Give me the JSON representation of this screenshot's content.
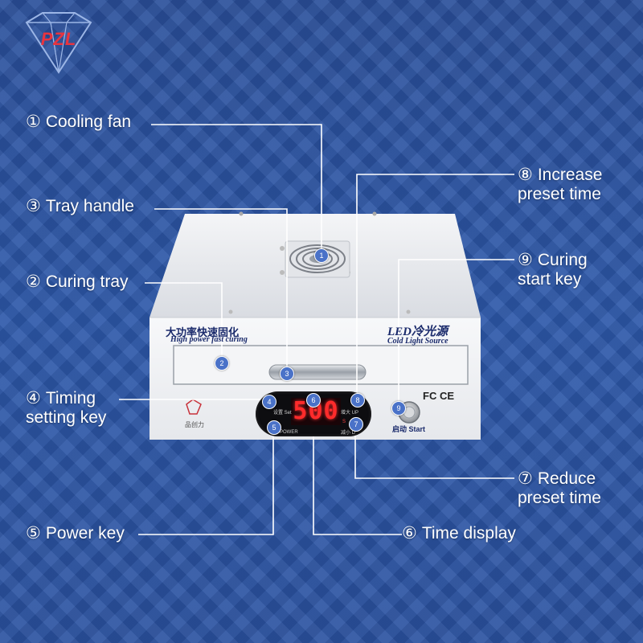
{
  "logo": {
    "text": "PZL"
  },
  "labels": {
    "l1": {
      "num": "①",
      "text": "Cooling fan"
    },
    "l3": {
      "num": "③",
      "text": "Tray handle"
    },
    "l2": {
      "num": "②",
      "text": "Curing tray"
    },
    "l4": {
      "num": "④",
      "line1": "Timing",
      "line2": "setting key"
    },
    "l5": {
      "num": "⑤",
      "text": "Power key"
    },
    "l8": {
      "num": "⑧",
      "line1": "Increase",
      "line2": "preset time"
    },
    "l9": {
      "num": "⑨",
      "line1": "Curing",
      "line2": "start key"
    },
    "l7": {
      "num": "⑦",
      "line1": "Reduce",
      "line2": "preset time"
    },
    "l6": {
      "num": "⑥",
      "text": "Time display"
    }
  },
  "device": {
    "brand_cn": "大功率快速固化",
    "brand_en": "High power fast curing",
    "brand_right_1": "LED冷光源",
    "brand_right_2": "Cold Light Source",
    "display_value": "500",
    "set_label": "设置 Set",
    "power_label": "POWER",
    "up_label": "增大 UP",
    "down_label": "减小 D",
    "s_label": "S",
    "start_label": "启动 Start",
    "cert_label": "FC CE",
    "maker_label": "品创力"
  },
  "badges": [
    "1",
    "2",
    "3",
    "4",
    "5",
    "6",
    "7",
    "8",
    "9"
  ],
  "colors": {
    "background": "#2d58aa",
    "badge": "#4a72c8",
    "display_red": "#ff2b2b",
    "logo_red": "#e8343f"
  }
}
